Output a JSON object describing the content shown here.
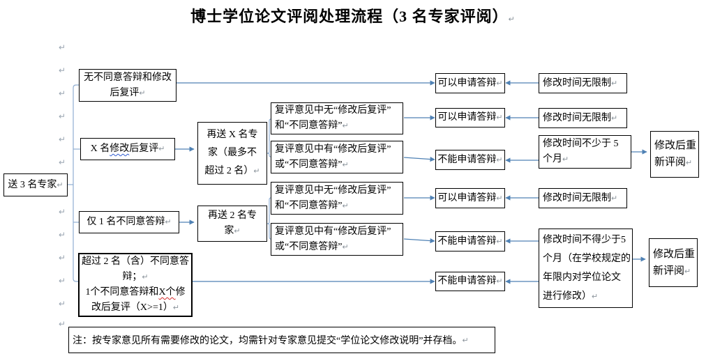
{
  "title": "博士学位论文评阅处理流程（3 名专家评阅）",
  "marks": {
    "pilcrow": "↵"
  },
  "colors": {
    "arrow_line": "#4f81b4",
    "bracket_line": "#8fadd1",
    "box_border": "#000000",
    "wavy_blue": "#2f5bd1",
    "wavy_red": "#d62b2b"
  },
  "flow": {
    "start": "送 3 名专家",
    "b1": {
      "l1": "无不同意答辩和修改",
      "l2": "后复评"
    },
    "b2": {
      "pre": "X 名",
      "wavy": "修改",
      "post": "后复评"
    },
    "b3": "仅 1 名不同意答辩",
    "b4": {
      "l1": "超过 2 名（含）不同意答",
      "l2": "辩；",
      "l3pre": "1个不同意答辩和",
      "l3wavy": "X个",
      "l3post": "修",
      "l4": "改后复评（X>=1）"
    },
    "c1": {
      "l1": "再送 X 名专",
      "l2": "家（最多不",
      "l3": "超过 2 名）"
    },
    "c2": {
      "l1": "再送 2 名专",
      "l2": "家"
    },
    "d_no": {
      "l1": "复评意见中无“修改后复评”",
      "l2": "和“不同意答辩”"
    },
    "d_yes": {
      "l1": "复评意见中有“修改后复评”",
      "l2": "或“不同意答辩”"
    },
    "can": "可以申请答辩",
    "cannot": "不能申请答辩",
    "f_unlimited": "修改时间无限制",
    "f3": {
      "l1": "修改时间不少于 5",
      "l2": "个月"
    },
    "f5": {
      "l1": "修改时间不得少于5",
      "l2": "个月（在学校规定的",
      "l3": "年限内对学位论文",
      "l4": "进行修改）"
    },
    "g": {
      "l1": "修改后重",
      "l2": "新评阅"
    }
  },
  "note": "注：按专家意见所有需要修改的论文，均需针对专家意见提交“学位论文修改说明”并存档。"
}
